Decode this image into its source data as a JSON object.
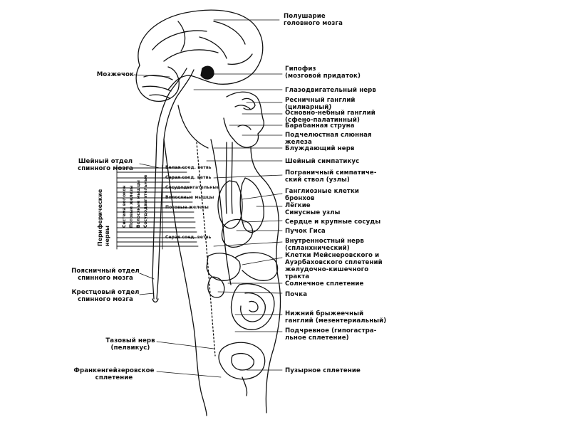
{
  "labels": {
    "hemisphere": "Полушарие\nголовного мозга",
    "cerebellum": "Мозжечок",
    "hypophysis": "Гипофиз\n(мозговой придаток)",
    "oculomotor": "Глазодвигательный нерв",
    "ciliary": "Ресничный ганглий\n(цилиарный)",
    "pterygopalatine": "Основно-небный ганглий\n(сфено-палатинный)",
    "chorda": "Барабанная струна",
    "submandibular": "Подчелюстная слюнная\nжелеза",
    "vagus": "Блуждающий нерв",
    "cervical_symp": "Шейный симпатикус",
    "border_trunk": "Пограничный симпатиче-\nский ствол (узлы)",
    "ganglion_cells": "Ганглиозные клетки\nбронхов",
    "lungs": "Лёгкие",
    "sinus_nodes": "Синусные узлы",
    "heart": "Сердце и крупные сосуды",
    "his_bundle": "Пучок Гиса",
    "splanchnic": "Внутренностный нерв\n(спланхнический)",
    "meissner": "Клетки Мейснеровского и\nАуэрбаховского сплетений\nжелудочно-кишечного\nтракта",
    "solar": "Солнечное сплетение",
    "kidney": "Почка",
    "mesenteric": "Нижний брыжеечный\nганглий (мезентериальный)",
    "hypogastric": "Подчревное (гипогастра-\nльное сплетение)",
    "vesical": "Пузырное сплетение",
    "cervical_cord": "Шейный отдел\nспинного мозга",
    "peripheral": "Периферические\nнервы",
    "lumbar_cord": "Поясничный отдел\nспинного мозга",
    "sacral_cord": "Крестцовый отдел\nспинного мозга",
    "pelvic": "Тазовый нерв\n(пелвикус)",
    "frankenhauser": "Франкенгейзеровское\nсплетение"
  },
  "nerve_bands": {
    "left": [
      "Система волокон",
      "Потовые железы",
      "Волосяные мышцы",
      "Сосудодвигательные"
    ],
    "right": [
      "Белая соед. ветвь",
      "Серая соед. ветвь",
      "Сосудодвигательные",
      "Волосяные мышцы",
      "Потовые железы",
      "Серая соед. ветвь"
    ]
  }
}
